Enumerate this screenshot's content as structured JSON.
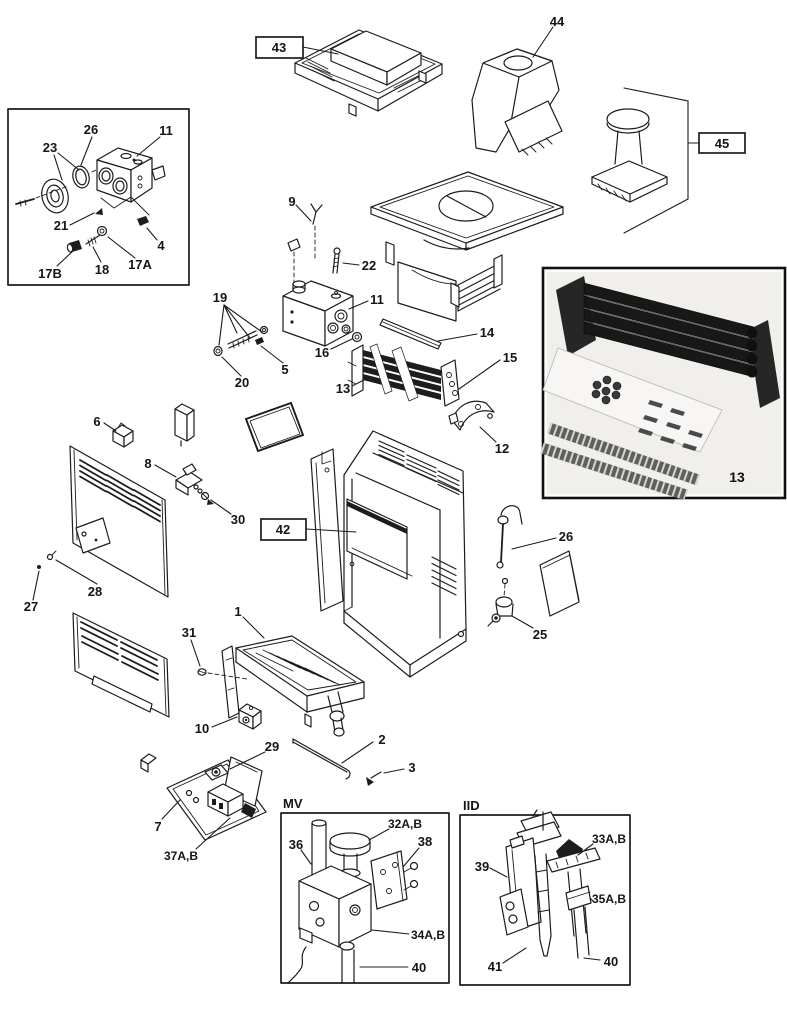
{
  "diagram": {
    "type": "exploded-parts-diagram",
    "page_background": "#ffffff",
    "ink_color": "#1c1c1c"
  },
  "labels": {
    "c1": "1",
    "c2": "2",
    "c3": "3",
    "c4": "4",
    "c5": "5",
    "c6": "6",
    "c7": "7",
    "c8": "8",
    "c9": "9",
    "c10": "10",
    "c11": "11",
    "c12": "12",
    "c13": "13",
    "c14": "14",
    "c15": "15",
    "c16": "16",
    "c17A": "17A",
    "c17B": "17B",
    "c18": "18",
    "c19": "19",
    "c20": "20",
    "c21": "21",
    "c22": "22",
    "c23": "23",
    "c25": "25",
    "c26": "26",
    "c27": "27",
    "c28": "28",
    "c29": "29",
    "c30": "30",
    "c31": "31",
    "c32AB": "32A,B",
    "c33AB": "33A,B",
    "c34AB": "34A,B",
    "c35AB": "35A,B",
    "c36": "36",
    "c37AB": "37A,B",
    "c38": "38",
    "c39": "39",
    "c40": "40",
    "c41": "41",
    "c42": "42",
    "c43": "43",
    "c44": "44",
    "c45": "45"
  },
  "inset_titles": {
    "mv": "MV",
    "iid": "IID"
  }
}
